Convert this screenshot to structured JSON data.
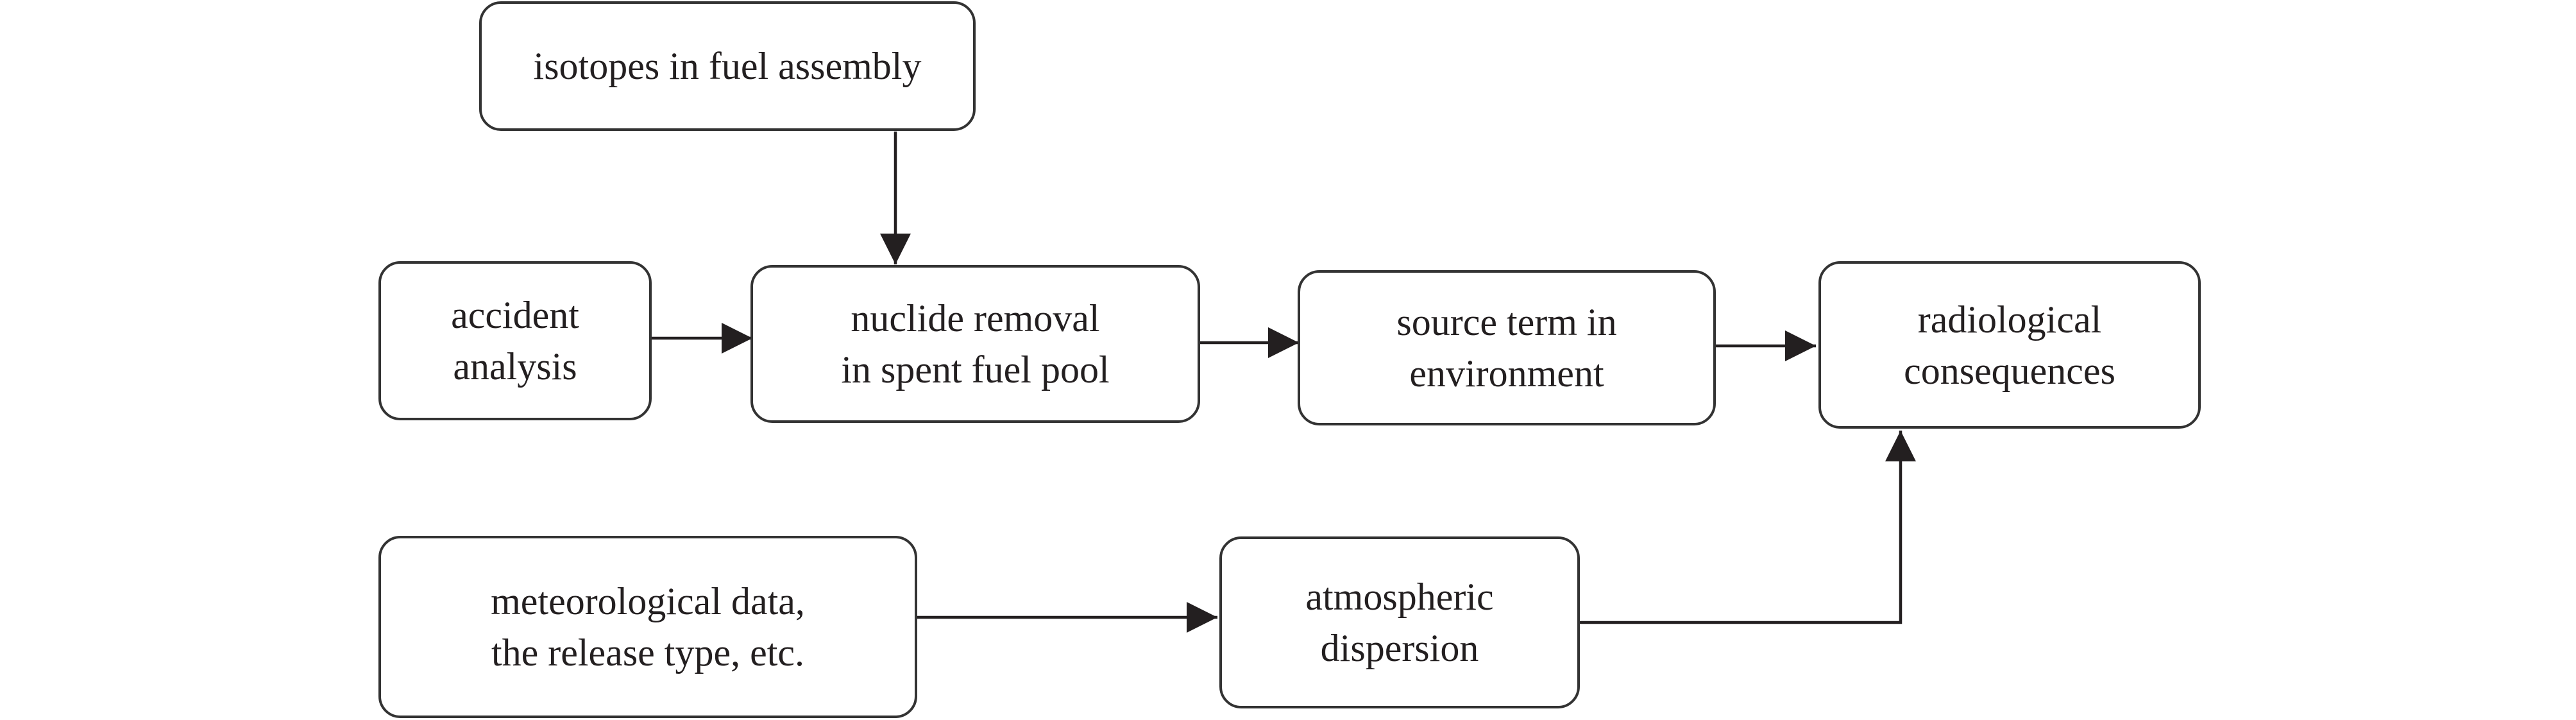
{
  "diagram": {
    "colors": {
      "stroke": "#333333",
      "text": "#231f20",
      "background": "#ffffff"
    },
    "nodes": {
      "isotopes": {
        "lines": [
          "isotopes in fuel assembly"
        ]
      },
      "accident": {
        "lines": [
          "accident",
          "analysis"
        ]
      },
      "nuclide_removal": {
        "lines": [
          "nuclide removal",
          "in spent fuel pool"
        ]
      },
      "source_term": {
        "lines": [
          "source term in",
          "environment"
        ]
      },
      "radiological": {
        "lines": [
          "radiological",
          "consequences"
        ]
      },
      "meteorological": {
        "lines": [
          "meteorological data,",
          "the release type, etc."
        ]
      },
      "atmospheric": {
        "lines": [
          "atmospheric",
          "dispersion"
        ]
      }
    },
    "edges": [
      {
        "from": "isotopes",
        "to": "nuclide_removal"
      },
      {
        "from": "accident",
        "to": "nuclide_removal"
      },
      {
        "from": "nuclide_removal",
        "to": "source_term"
      },
      {
        "from": "source_term",
        "to": "radiological"
      },
      {
        "from": "meteorological",
        "to": "atmospheric"
      },
      {
        "from": "atmospheric",
        "to": "radiological"
      }
    ]
  }
}
